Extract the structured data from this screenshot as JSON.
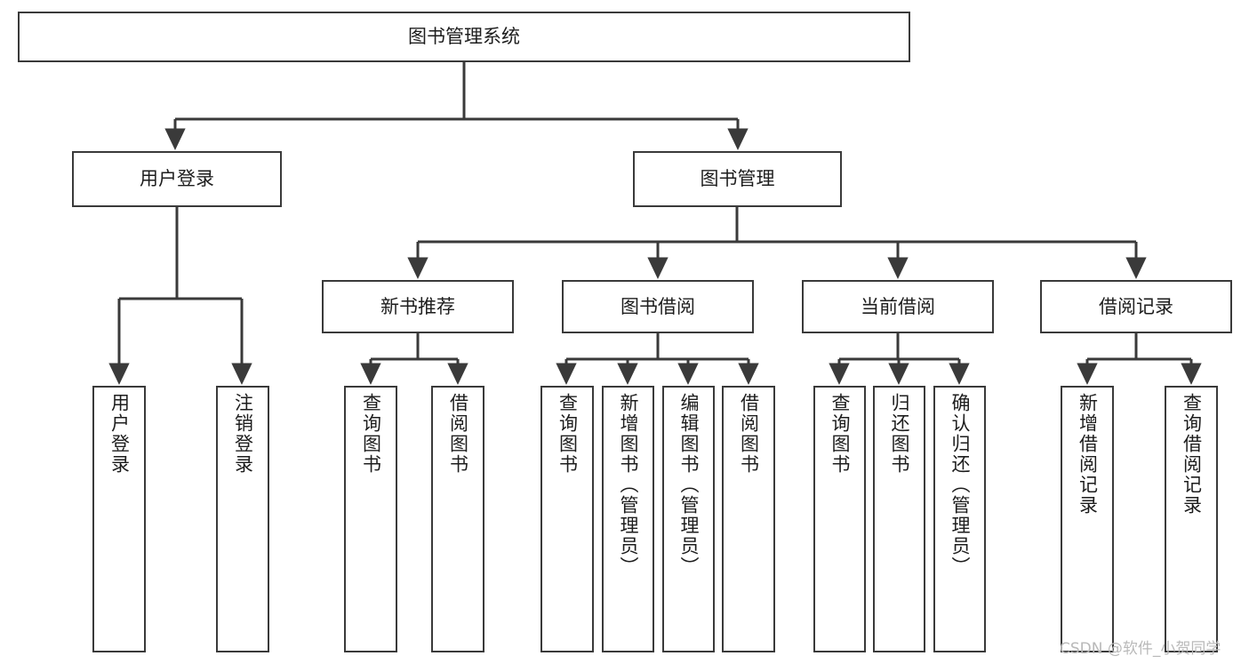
{
  "diagram": {
    "title": "图书管理系统",
    "type": "hierarchy-tree",
    "watermark": "CSDN @软件_小贺同学",
    "colors": {
      "box_border": "#3a3a3a",
      "box_fill": "#ffffff",
      "connector": "#3a3a3a",
      "text": "#1d1d1d",
      "watermark": "#b9b9b9",
      "background": "#ffffff"
    },
    "levels": {
      "root": {
        "label": "图书管理系统",
        "orientation": "horizontal"
      },
      "level2": [
        {
          "id": "user-login",
          "label": "用户登录",
          "orientation": "horizontal"
        },
        {
          "id": "book-manage",
          "label": "图书管理",
          "orientation": "horizontal"
        }
      ],
      "level3": [
        {
          "id": "new-book-recommend",
          "label": "新书推荐",
          "orientation": "horizontal",
          "parent": "book-manage"
        },
        {
          "id": "book-borrow",
          "label": "图书借阅",
          "orientation": "horizontal",
          "parent": "book-manage"
        },
        {
          "id": "current-borrow",
          "label": "当前借阅",
          "orientation": "horizontal",
          "parent": "book-manage"
        },
        {
          "id": "borrow-record",
          "label": "借阅记录",
          "orientation": "horizontal",
          "parent": "book-manage"
        }
      ],
      "leaves": [
        {
          "id": "leaf-user-login",
          "label": "用户登录",
          "orientation": "vertical",
          "parent": "user-login"
        },
        {
          "id": "leaf-logout",
          "label": "注销登录",
          "orientation": "vertical",
          "parent": "user-login"
        },
        {
          "id": "leaf-query-book-1",
          "label": "查询图书",
          "orientation": "vertical",
          "parent": "new-book-recommend"
        },
        {
          "id": "leaf-borrow-book-1",
          "label": "借阅图书",
          "orientation": "vertical",
          "parent": "new-book-recommend"
        },
        {
          "id": "leaf-query-book-2",
          "label": "查询图书",
          "orientation": "vertical",
          "parent": "book-borrow"
        },
        {
          "id": "leaf-add-book",
          "label": "新增图书（管理员）",
          "orientation": "vertical",
          "parent": "book-borrow"
        },
        {
          "id": "leaf-edit-book",
          "label": "编辑图书（管理员）",
          "orientation": "vertical",
          "parent": "book-borrow"
        },
        {
          "id": "leaf-borrow-book-2",
          "label": "借阅图书",
          "orientation": "vertical",
          "parent": "book-borrow"
        },
        {
          "id": "leaf-query-book-3",
          "label": "查询图书",
          "orientation": "vertical",
          "parent": "current-borrow"
        },
        {
          "id": "leaf-return-book",
          "label": "归还图书",
          "orientation": "vertical",
          "parent": "current-borrow"
        },
        {
          "id": "leaf-confirm-return",
          "label": "确认归还（管理员）",
          "orientation": "vertical",
          "parent": "current-borrow"
        },
        {
          "id": "leaf-add-record",
          "label": "新增借阅记录",
          "orientation": "vertical",
          "parent": "borrow-record"
        },
        {
          "id": "leaf-query-record",
          "label": "查询借阅记录",
          "orientation": "vertical",
          "parent": "borrow-record"
        }
      ]
    }
  }
}
